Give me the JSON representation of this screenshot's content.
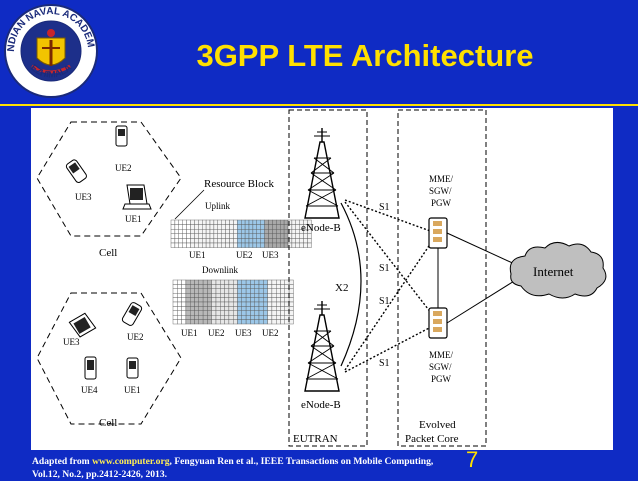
{
  "slide": {
    "title": "3GPP LTE Architecture",
    "page_number": "7",
    "footer": {
      "prefix": "Adapted from ",
      "link": "www.computer.org",
      "rest": ", Fengyuan Ren et al., IEEE Transactions on Mobile Computing, Vol.12, No.2, pp.2412-2426, 2013."
    },
    "logo": {
      "text_top": "INDIAN NAVAL ACADEMY",
      "text_bottom": "EZHIMALA"
    }
  },
  "diagram": {
    "cell_top": {
      "label": "Cell",
      "ues": [
        "UE2",
        "UE3",
        "UE1"
      ]
    },
    "cell_bottom": {
      "label": "Cell",
      "ues": [
        "UE3",
        "UE2",
        "UE4",
        "UE1"
      ]
    },
    "resource_block": "Resource Block",
    "uplink": {
      "label": "Uplink",
      "ues": [
        "UE1",
        "UE2",
        "UE3"
      ]
    },
    "downlink": {
      "label": "Downlink",
      "ues": [
        "UE1",
        "UE2",
        "UE3",
        "UE2"
      ]
    },
    "enodeb_top": "eNode-B",
    "enodeb_bottom": "eNode-B",
    "x2": "X2",
    "s1": [
      "S1",
      "S1",
      "S1",
      "S1"
    ],
    "mme_top": [
      "MME/",
      "SGW/",
      "PGW"
    ],
    "mme_bottom": [
      "MME/",
      "SGW/",
      "PGW"
    ],
    "internet": "Internet",
    "eutran": "EUTRAN",
    "core": [
      "Evolved",
      "Packet Core"
    ]
  }
}
